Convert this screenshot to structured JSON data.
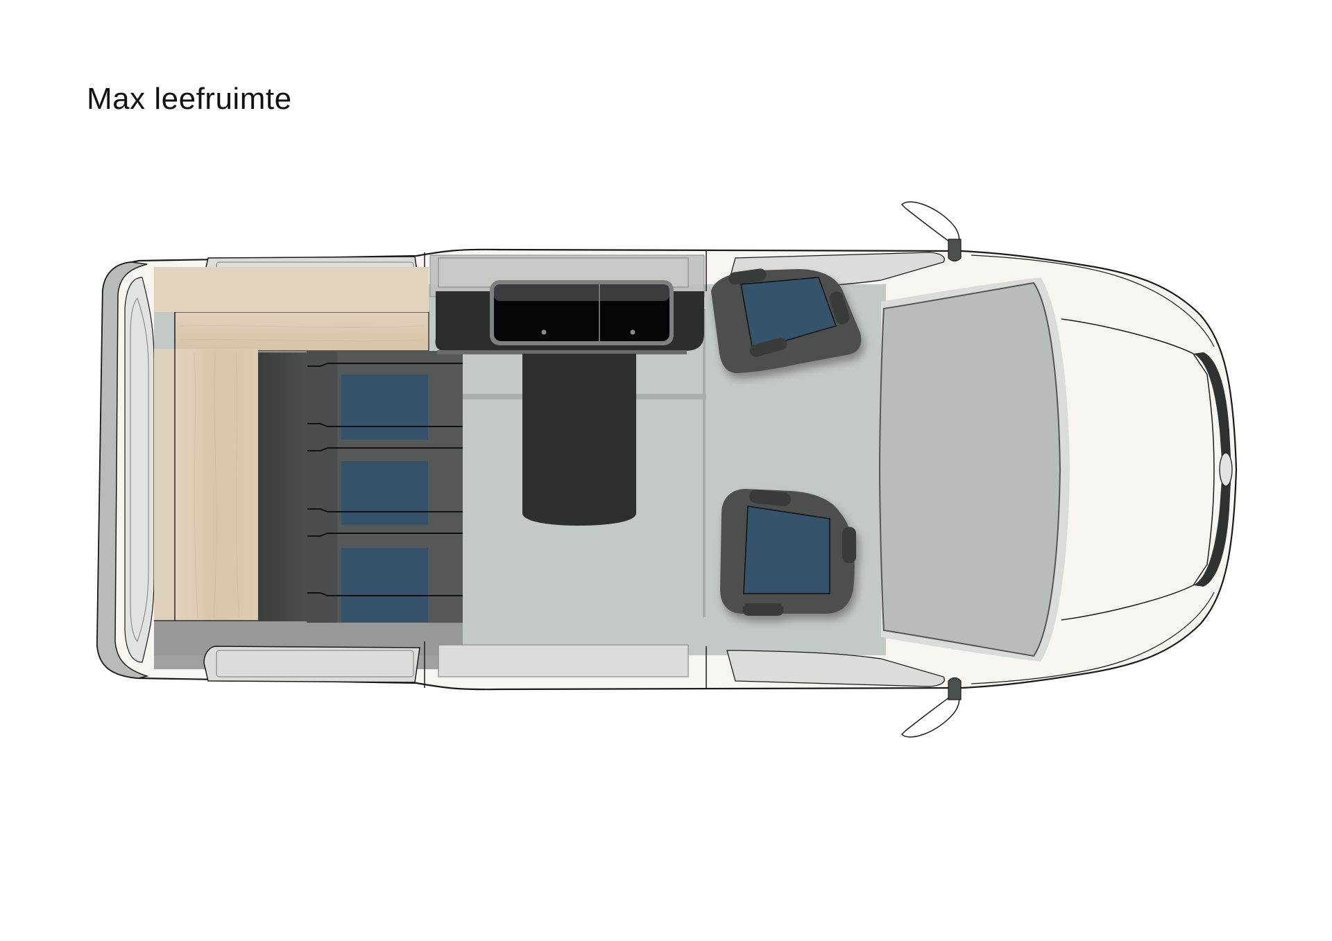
{
  "page": {
    "title": "Max leefruimte"
  },
  "diagram": {
    "type": "vehicle-floor-plan",
    "view": "top-down",
    "orientation": "front-facing-right",
    "components": [
      {
        "id": "rear-doors",
        "label": "rear-doors"
      },
      {
        "id": "tail-light",
        "label": "tail-light"
      },
      {
        "id": "wood-cabinet",
        "label": "rear-wood-cabinet"
      },
      {
        "id": "rear-bench",
        "label": "rear-bench-3-seats",
        "cushions": 3
      },
      {
        "id": "kitchen-block",
        "label": "kitchen-cabinet",
        "knobs": 2
      },
      {
        "id": "table",
        "label": "table"
      },
      {
        "id": "swivel-seats",
        "label": "front-swivel-seats",
        "count": 2
      },
      {
        "id": "windshield",
        "label": "windshield"
      },
      {
        "id": "hood",
        "label": "hood"
      },
      {
        "id": "mirrors",
        "label": "side-mirrors",
        "count": 2
      },
      {
        "id": "side-windows",
        "label": "side-windows",
        "count": 6
      }
    ],
    "colors": {
      "body": "#f7f5f0",
      "outline": "#1a1a1a",
      "floor": "#c3c9c7",
      "wood": "#dccbb2",
      "wood_dark": "#cfbc9f",
      "bench_dark": "#3e4140",
      "bench_mid": "#545856",
      "cushion_blue": "#36526a",
      "kitchen": "#2c2e2d",
      "cabinet_black": "#050508",
      "table": "#2e302f",
      "seat": "#4d504f",
      "windshield": "#b8bdba",
      "side_window": "#dcdcd8",
      "tail_light": "#d42027",
      "nose_stripe": "#2f3230"
    }
  }
}
